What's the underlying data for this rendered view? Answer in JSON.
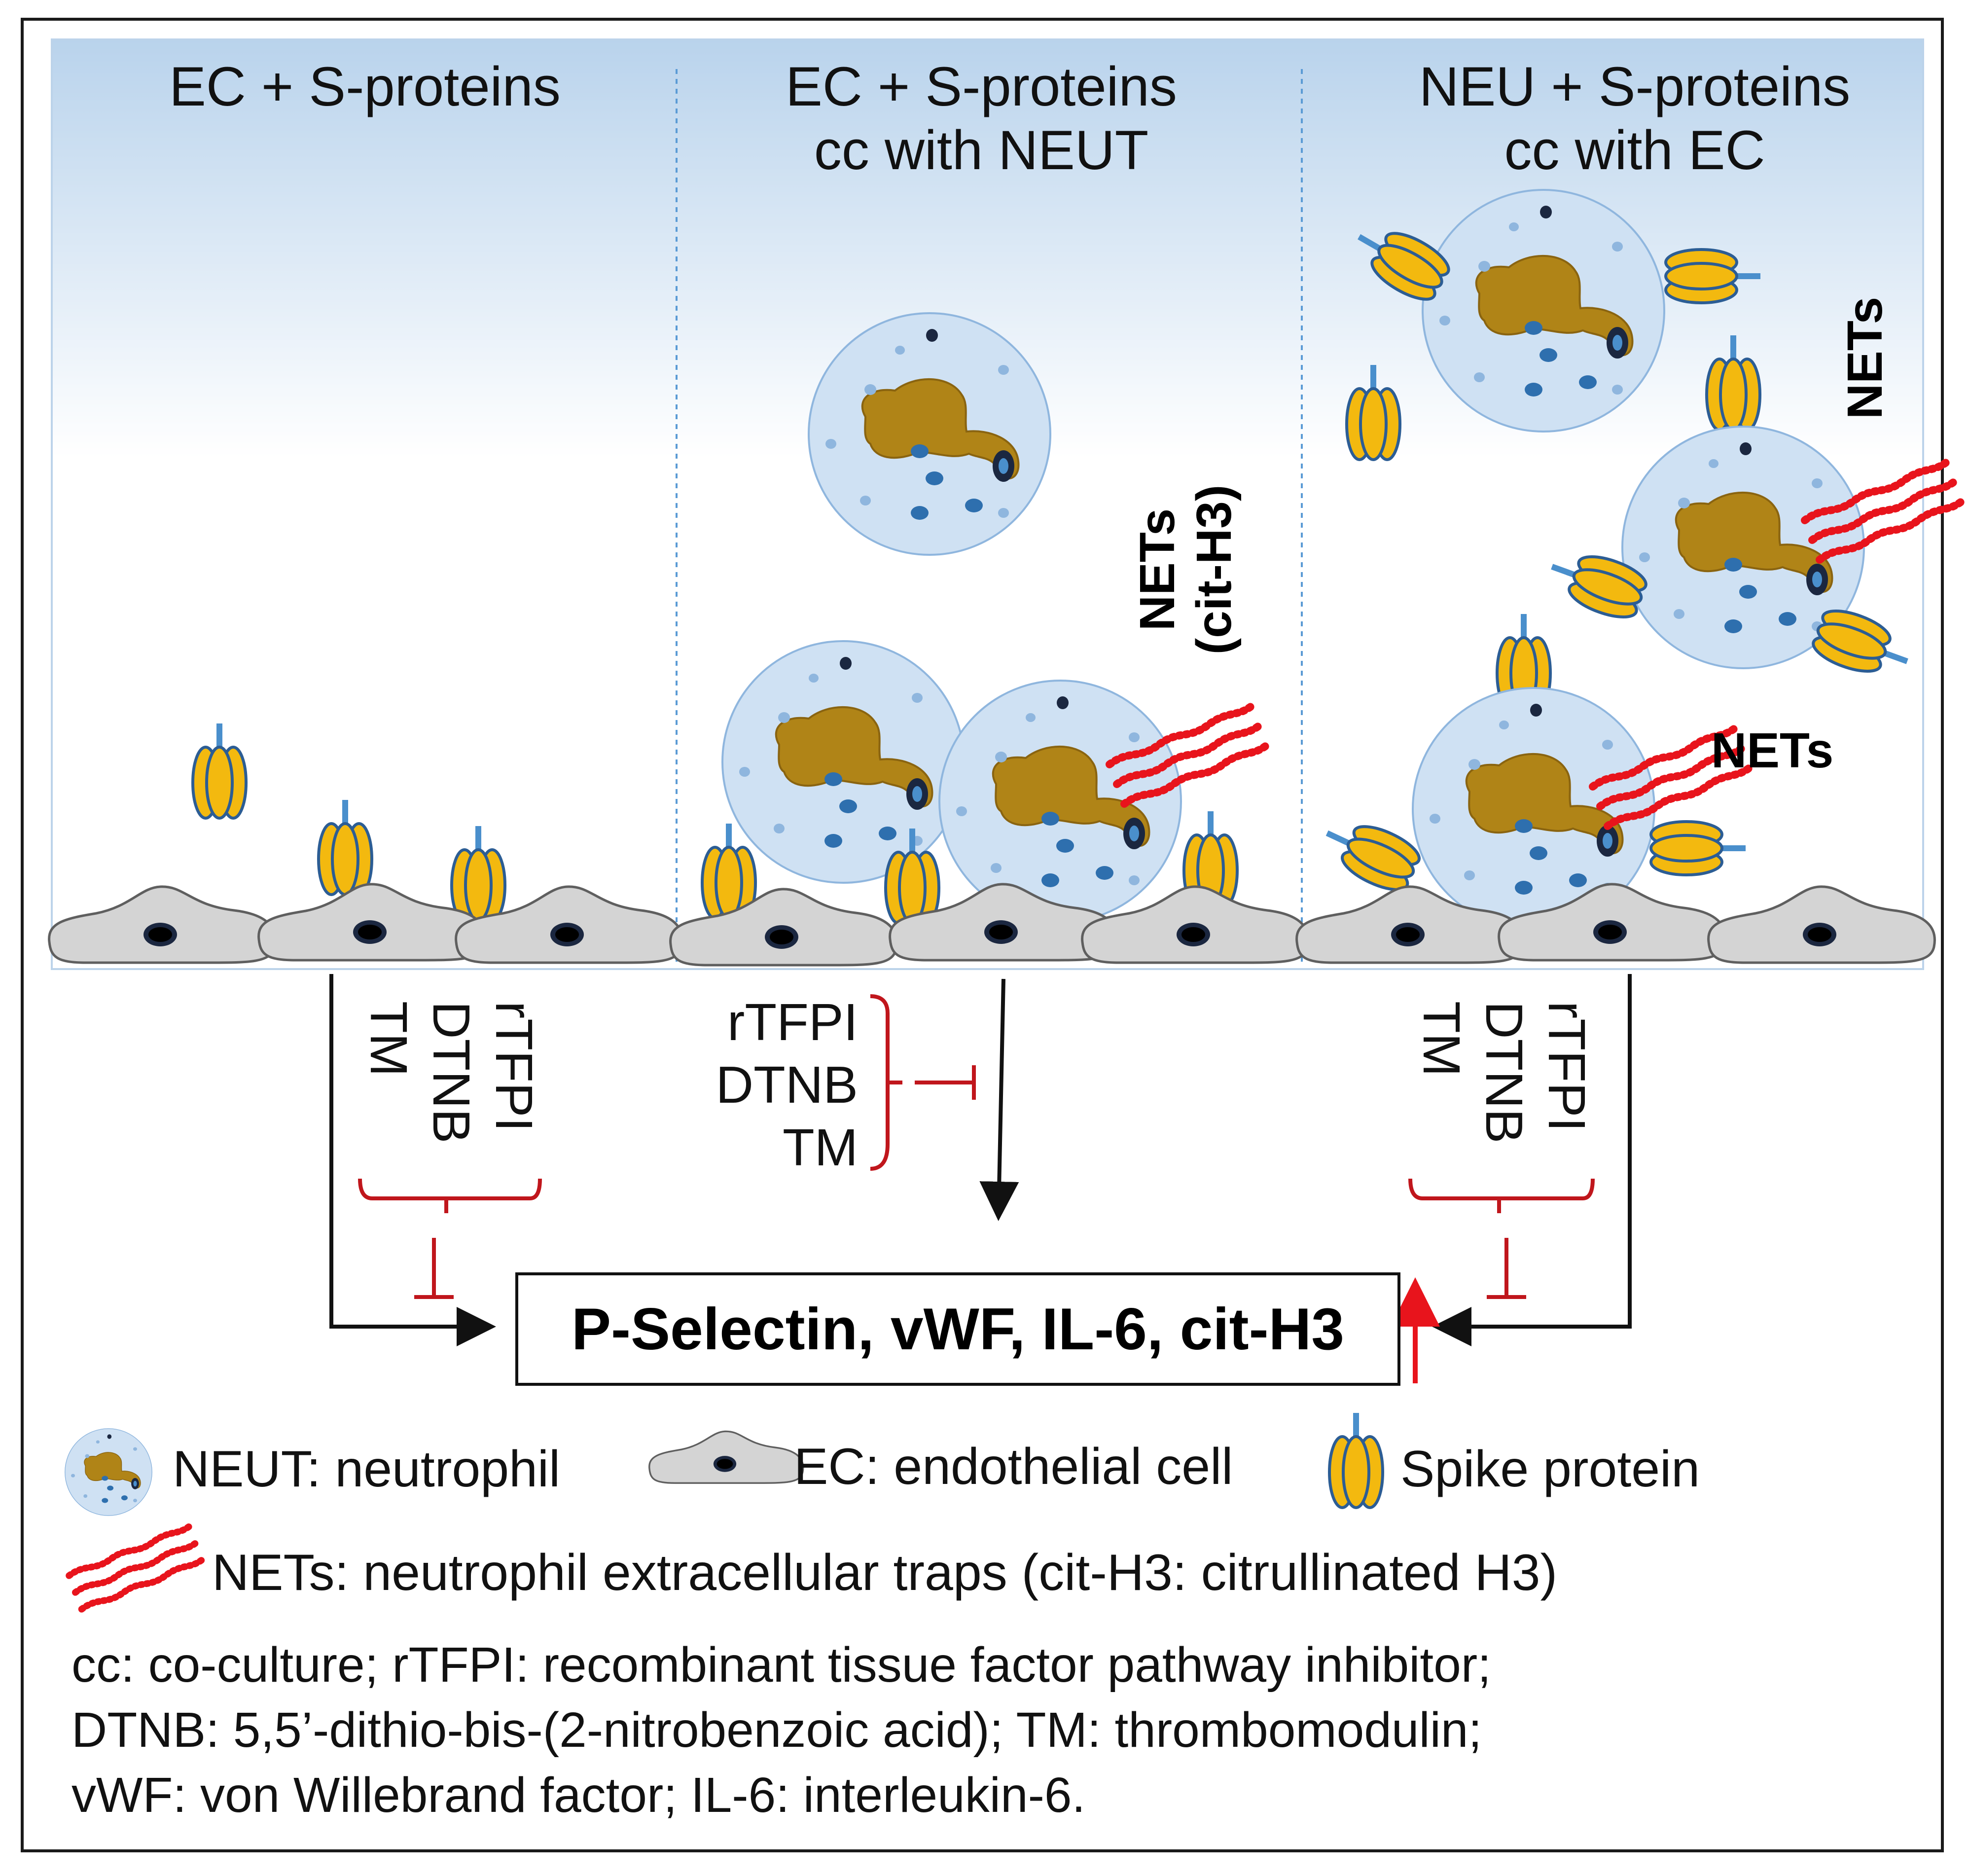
{
  "panels": [
    {
      "title_line1": "EC + S-proteins",
      "title_line2": ""
    },
    {
      "title_line1": "EC + S-proteins",
      "title_line2": "cc with NEUT"
    },
    {
      "title_line1": "NEU + S-proteins",
      "title_line2": "cc with EC"
    }
  ],
  "inhibitors": [
    "rTFPI",
    "DTNB",
    "TM"
  ],
  "nets_labels": {
    "panel2_line1": "NETs",
    "panel2_line2": "(cit-H3)",
    "panel3_top": "NETs",
    "panel3_mid": "NETs"
  },
  "result": "P-Selectin, vWF, IL-6, cit-H3",
  "legend": {
    "neut": "NEUT: neutrophil",
    "ec": "EC: endothelial cell",
    "spike": "Spike protein",
    "nets": "NETs: neutrophil extracellular traps (cit-H3: citrullinated H3)"
  },
  "footnote": [
    "cc: co-culture; rTFPI: recombinant tissue factor pathway inhibitor;",
    "DTNB: 5,5’-dithio-bis-(2-nitrobenzoic acid); TM: thrombomodulin;",
    "vWF: von Willebrand factor; IL-6: interleukin-6."
  ],
  "colors": {
    "sky_top": "#b9d3ec",
    "cell_body": "#cfe1f3",
    "nucleus": "#b08417",
    "granule": "#2e6fae",
    "spike": "#f3b90f",
    "nets": "#e8141c",
    "ec_body": "#d4d4d4",
    "inhibit": "#c0161c",
    "up_arrow": "#e8141c"
  },
  "icons": [
    "neutrophil-icon",
    "endothelial-cell-icon",
    "spike-protein-icon",
    "nets-icon"
  ]
}
